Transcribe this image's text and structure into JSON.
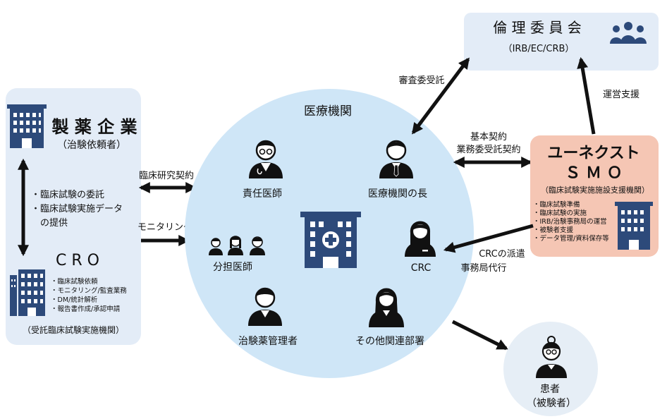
{
  "pharma": {
    "title": "製 薬 企 業",
    "subtitle": "（治験依頼者）",
    "relation": [
      "・臨床試験の委託",
      "・臨床試験実施データ",
      "　の提供"
    ]
  },
  "cro": {
    "title": "C R O",
    "tasks": [
      "・臨床試験依頼",
      "・モニタリング/監査業務",
      "・DM/統計解析",
      "・報告書作成/承認申請"
    ],
    "caption": "（受託臨床試験実施機関）"
  },
  "links": {
    "clinical_contract": "臨床研究契約",
    "monitoring": "モニタリング",
    "review_request": "審査委受託",
    "base_contract": [
      "基本契約",
      "業務委受託契約"
    ],
    "ops_support": "運営支援",
    "crc_dispatch": [
      "CRCの派遣",
      "事務局代行"
    ]
  },
  "ethics": {
    "title": "倫 理 委 員 会",
    "subtitle": "（IRB/EC/CRB）"
  },
  "hospital": {
    "title": "医療機関",
    "roles": {
      "principal": "責任医師",
      "director": "医療機関の長",
      "sub": "分担医師",
      "crc": "CRC",
      "drug_manager": "治験薬管理者",
      "other": "その他関連部署"
    }
  },
  "smo": {
    "title": "ユーネクスト",
    "title2": "Ｓ Ｍ Ｏ",
    "subtitle": "（臨床試験実施施設支援機関）",
    "services": [
      "・臨床試験準備",
      "・臨床試験の実施",
      "・IRB/治験事務局の運営",
      "・被験者支援",
      "・データ管理/資料保存等"
    ]
  },
  "patient": {
    "title": "患者",
    "subtitle": "（被験者）"
  },
  "colors": {
    "left_panel": "#e3ecf7",
    "hospital_circle": "#cfe6f7",
    "ethics_panel": "#e3ecf7",
    "smo_panel": "#f5c6b4",
    "patient_circle": "#e6eef6",
    "icon_navy": "#2d4a7a",
    "arrow": "#111111"
  }
}
